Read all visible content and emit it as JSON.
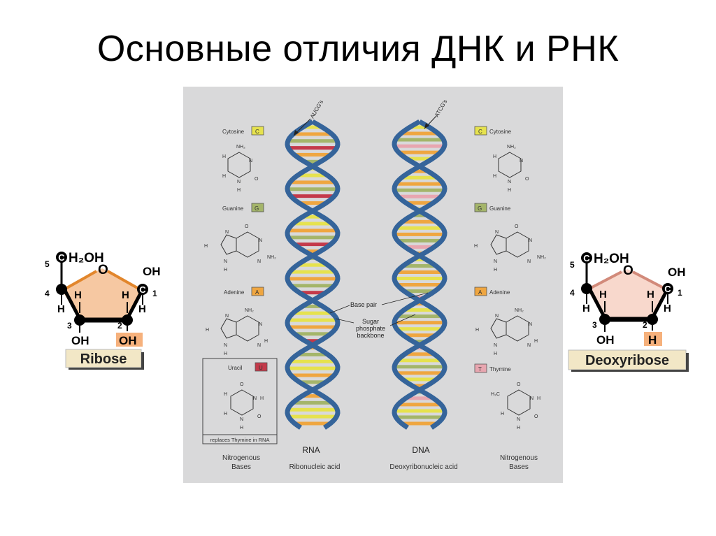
{
  "title": "Основные отличия ДНК и РНК",
  "colors": {
    "panel": "#d9d9da",
    "helix": "#35649a",
    "cytosine": "#e6e24e",
    "guanine": "#a4b56a",
    "adenine": "#efa640",
    "uracil": "#c43a4a",
    "thymine": "#e8a6b0",
    "ribose_fill": "#f6c8a2",
    "deoxyribose_fill": "#f8d8cc"
  },
  "left_bases": {
    "cytosine": {
      "name": "Cytosine",
      "code": "C"
    },
    "guanine": {
      "name": "Guanine",
      "code": "G"
    },
    "adenine": {
      "name": "Adenine",
      "code": "A"
    },
    "uracil": {
      "name": "Uracil",
      "code": "U",
      "note": "replaces Thymine in RNA"
    }
  },
  "right_bases": {
    "cytosine": {
      "name": "Cytosine",
      "code": "C"
    },
    "guanine": {
      "name": "Guanine",
      "code": "G"
    },
    "adenine": {
      "name": "Adenine",
      "code": "A"
    },
    "thymine": {
      "name": "Thymine",
      "code": "T"
    }
  },
  "helices": {
    "rna": {
      "tag": "AUCG's",
      "name": "RNA",
      "full": "Ribonucleic acid"
    },
    "dna": {
      "tag": "ATCG's",
      "name": "DNA",
      "full": "Deoxyribonucleic acid"
    },
    "base_pair": "Base pair",
    "backbone": [
      "Sugar",
      "phosphate",
      "backbone"
    ]
  },
  "nitrogenous": [
    "Nitrogenous",
    "Bases"
  ],
  "atoms": {
    "nh2": "NH₂",
    "n": "N",
    "h": "H",
    "o": "O",
    "h3c": "H₃C",
    "c": "C"
  },
  "ribose": {
    "label": "Ribose",
    "ch2oh": "H₂OH",
    "oh": "OH",
    "h": "H",
    "o": "O",
    "c": "C",
    "n1": "1",
    "n2": "2",
    "n3": "3",
    "n4": "4",
    "n5": "5",
    "c2_group": "OH"
  },
  "deoxyribose": {
    "label": "Deoxyribose",
    "ch2oh": "H₂OH",
    "oh": "OH",
    "h": "H",
    "o": "O",
    "c": "C",
    "n1": "1",
    "n2": "2",
    "n3": "3",
    "n4": "4",
    "n5": "5",
    "c2_group": "H"
  }
}
